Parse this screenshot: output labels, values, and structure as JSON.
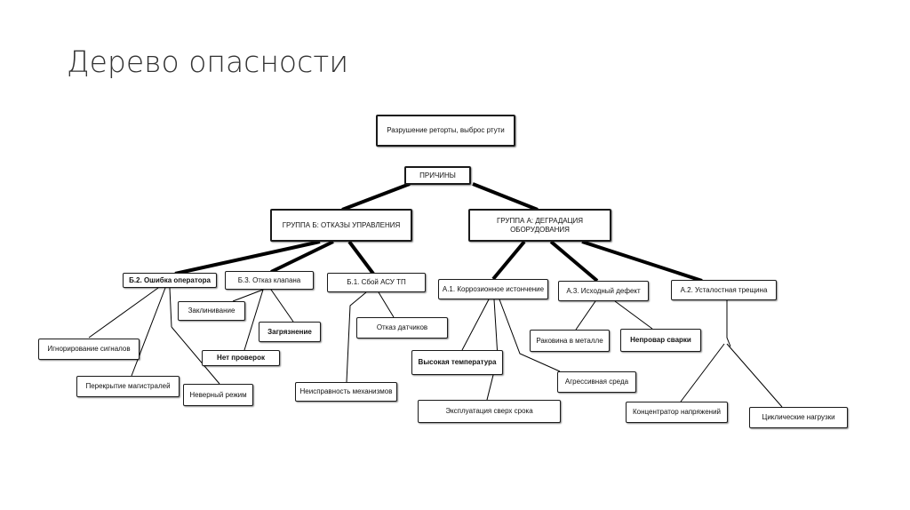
{
  "slide": {
    "title": "Дерево опасности"
  },
  "tree": {
    "root": "Разрушение реторты, выброс ртути",
    "causes": "ПРИЧИНЫ",
    "group_b": "ГРУППА Б: ОТКАЗЫ УПРАВЛЕНИЯ",
    "group_a": "ГРУППА А: ДЕГРАДАЦИЯ ОБОРУДОВАНИЯ",
    "b2": "Б.2. Ошибка оператора",
    "b3": "Б.3. Отказ клапана",
    "b1": "Б.1. Сбой АСУ ТП",
    "a1": "А.1. Коррозионное истончение",
    "a3": "А.3. Исходный дефект",
    "a2": "А.2. Усталостная трещина",
    "b2_ignore_signals": "Игнорирование сигналов",
    "b2_lines_blocked": "Перекрытие магистралей",
    "b2_wrong_mode": "Неверный режим",
    "b3_jamming": "Заклинивание",
    "b3_contamination": "Загрязнение",
    "b3_no_checks": "Нет проверок",
    "b1_sensor_failure": "Отказ датчиков",
    "b1_mechanism_fault": "Неисправность механизмов",
    "a1_high_temp": "Высокая температура",
    "a1_aggressive_env": "Агрессивная среда",
    "a1_overdue_operation": "Эксплуатация сверх срока",
    "a3_metal_cavity": "Раковина в металле",
    "a3_lack_of_fusion": "Непровар сварки",
    "a2_stress_concentrator": "Концентратор напряжений",
    "a2_cyclic_loads": "Циклические нагрузки"
  }
}
